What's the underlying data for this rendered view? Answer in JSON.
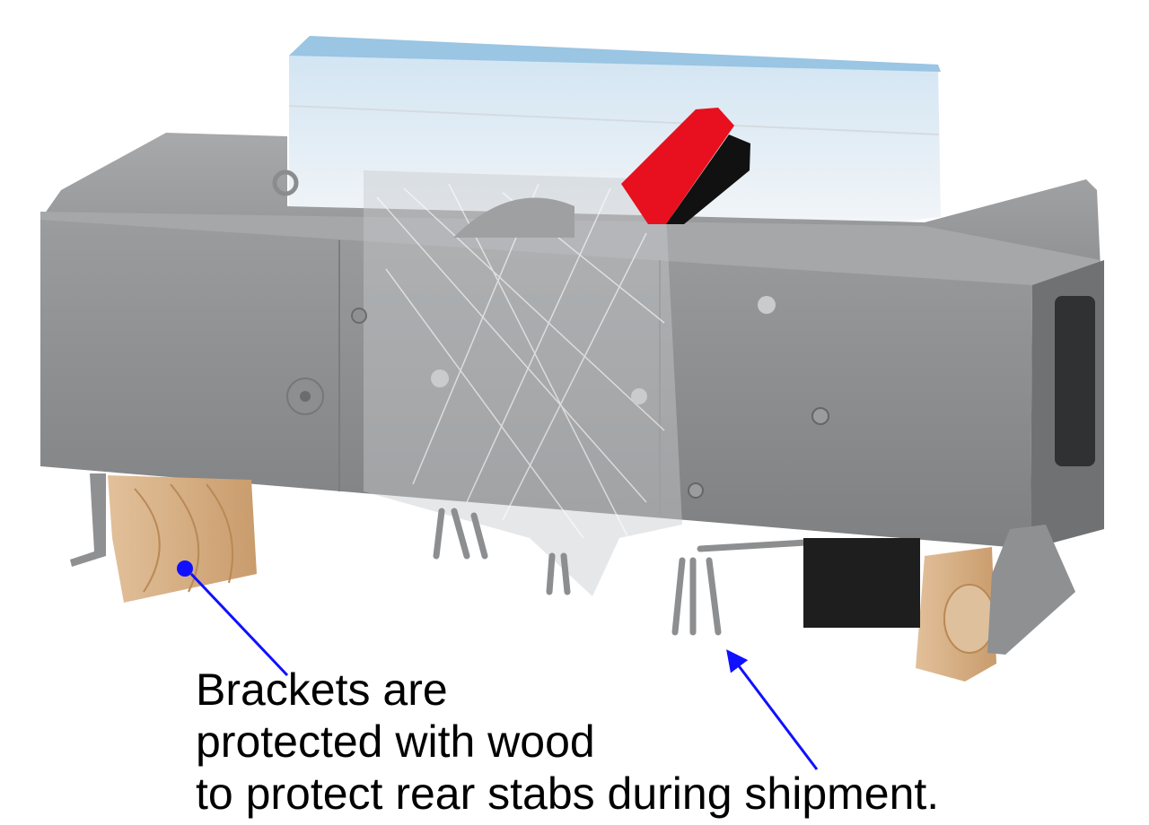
{
  "annotation": {
    "lines": [
      "Brackets are",
      "protected with wood",
      "to protect rear stabs during shipment."
    ],
    "arrow_color": "#1010ff"
  },
  "colors": {
    "enclosure": "#8a8c8e",
    "foam": "#f4f6f8",
    "wood": "#d9b48a",
    "handle": "#e8101e"
  }
}
